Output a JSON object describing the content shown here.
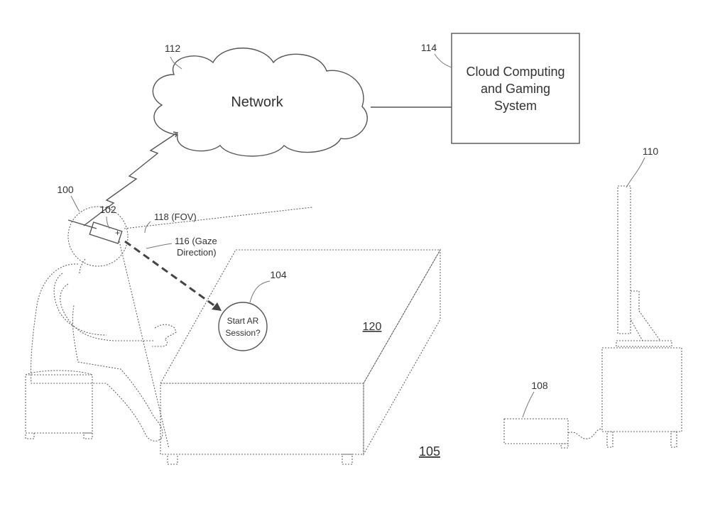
{
  "labels": {
    "network": "Network",
    "cloud_line1": "Cloud Computing",
    "cloud_line2": "and Gaming",
    "cloud_line3": "System",
    "ref_100": "100",
    "ref_102": "102",
    "ref_104": "104",
    "ref_105": "105",
    "ref_108": "108",
    "ref_110": "110",
    "ref_112": "112",
    "ref_114": "114",
    "ref_120": "120",
    "fov": "118 (FOV)",
    "gaze_line1": "116 (Gaze",
    "gaze_line2": "Direction)",
    "bubble_line1": "Start AR",
    "bubble_line2": "Session?"
  },
  "colors": {
    "line": "#555555",
    "text": "#333333",
    "background": "#ffffff"
  }
}
